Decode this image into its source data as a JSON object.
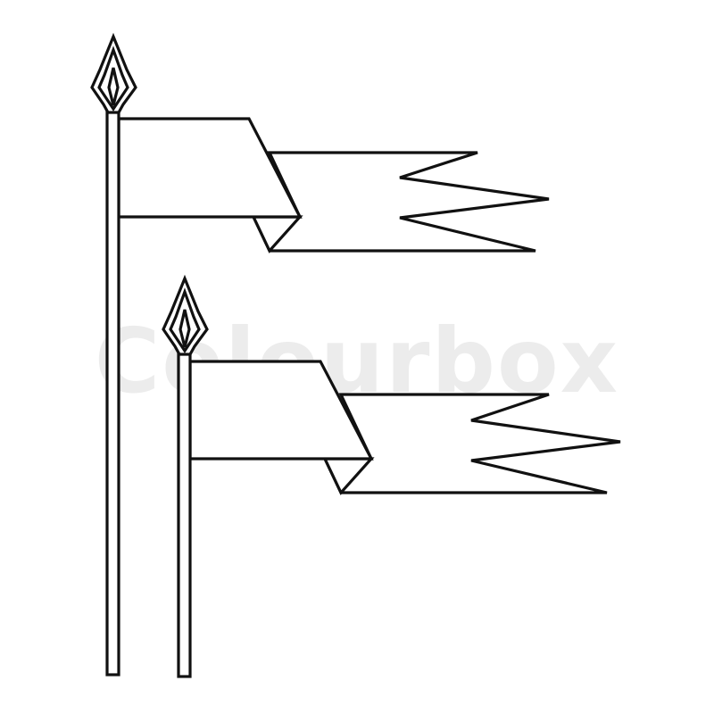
{
  "watermark": {
    "text": "Colourbox"
  },
  "colors": {
    "ink": "#111111",
    "background": "#ffffff",
    "watermark": "#ececec"
  },
  "flags": [
    {
      "name": "large-banner",
      "icon": "pennant-flag-icon"
    },
    {
      "name": "small-banner",
      "icon": "pennant-flag-icon"
    }
  ]
}
